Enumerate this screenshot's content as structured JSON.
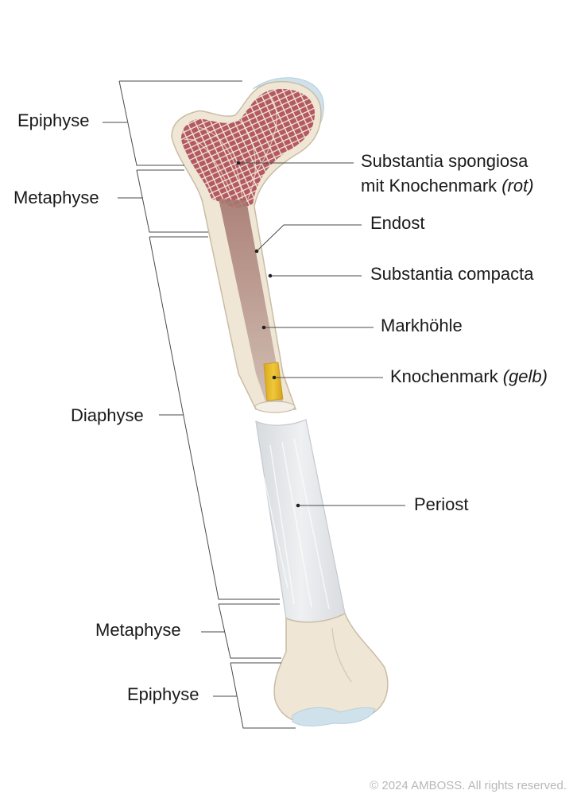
{
  "diagram": {
    "left_labels": {
      "epiphyse_top": "Epiphyse",
      "metaphyse_top": "Metaphyse",
      "diaphyse": "Diaphyse",
      "metaphyse_bottom": "Metaphyse",
      "epiphyse_bottom": "Epiphyse"
    },
    "right_labels": {
      "spongiosa_line1": "Substantia spongiosa",
      "spongiosa_line2": "mit Knochenmark",
      "spongiosa_note": "(rot)",
      "endost": "Endost",
      "compacta": "Substantia compacta",
      "markhoehle": "Markhöhle",
      "knochenmark": "Knochenmark",
      "knochenmark_note": "(gelb)",
      "periost": "Periost"
    },
    "copyright": "© 2024 AMBOSS. All rights reserved.",
    "colors": {
      "bone": "#efe6d6",
      "bone_outline": "#c9bca5",
      "spongiosa_red": "#b84a4f",
      "marrow_cavity": "#c0a79a",
      "yellow_marrow": "#e2b72c",
      "periosteum": "#e3e5e9",
      "cartilage": "#cfe2ec",
      "leader_line": "#4a4a4a"
    }
  }
}
